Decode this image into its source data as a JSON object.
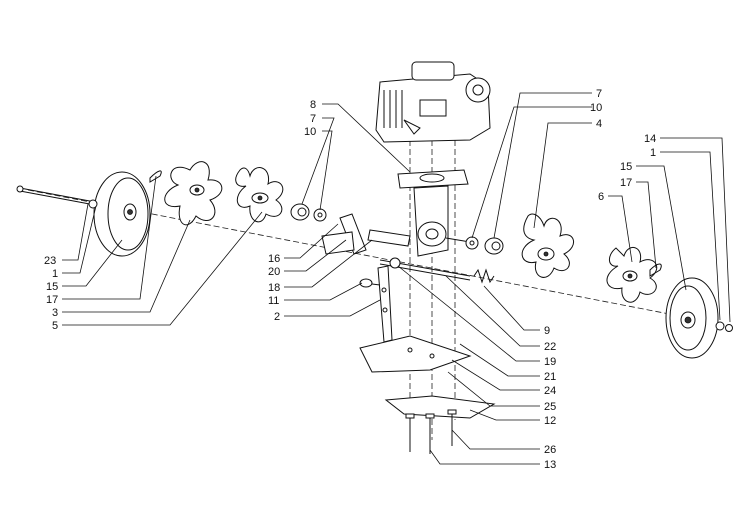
{
  "callouts": {
    "c1": "23",
    "c2": "1",
    "c3": "15",
    "c4": "17",
    "c5": "3",
    "c6": "5",
    "c7": "16",
    "c8": "20",
    "c9": "18",
    "c10": "11",
    "c11": "2",
    "c12": "8",
    "c13": "7",
    "c14": "10",
    "c15": "7",
    "c16": "10",
    "c17": "4",
    "c18": "14",
    "c19": "1",
    "c20": "15",
    "c21": "17",
    "c22": "6",
    "c23": "9",
    "c24": "22",
    "c25": "19",
    "c26": "21",
    "c27": "24",
    "c28": "25",
    "c29": "12",
    "c30": "26",
    "c31": "13"
  }
}
